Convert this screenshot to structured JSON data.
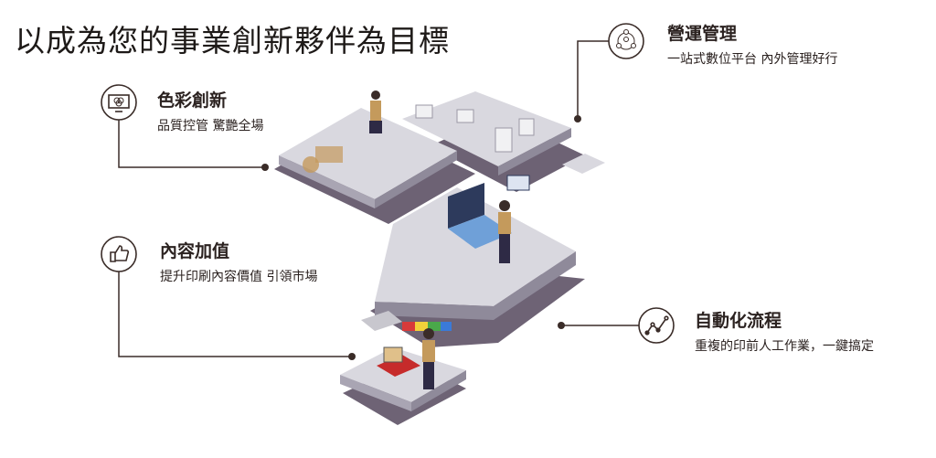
{
  "title": "以成為您的事業創新夥伴為目標",
  "features": [
    {
      "icon": "monitor-color-icon",
      "title": "色彩創新",
      "subtitle": "品質控管 驚艷全場"
    },
    {
      "icon": "network-people-icon",
      "title": "營運管理",
      "subtitle": "一站式數位平台 內外管理好行"
    },
    {
      "icon": "thumbs-up-icon",
      "title": "內容加值",
      "subtitle": "提升印刷內容價值 引領市場"
    },
    {
      "icon": "line-chart-icon",
      "title": "自動化流程",
      "subtitle": "重複的印前人工作業，一鍵搞定"
    }
  ],
  "colors": {
    "line": "#3a2c28",
    "platform": "#d9d8df",
    "platform_side": "#8f8a9a",
    "shadow": "#5e5266",
    "accent": "#c49a5c"
  }
}
